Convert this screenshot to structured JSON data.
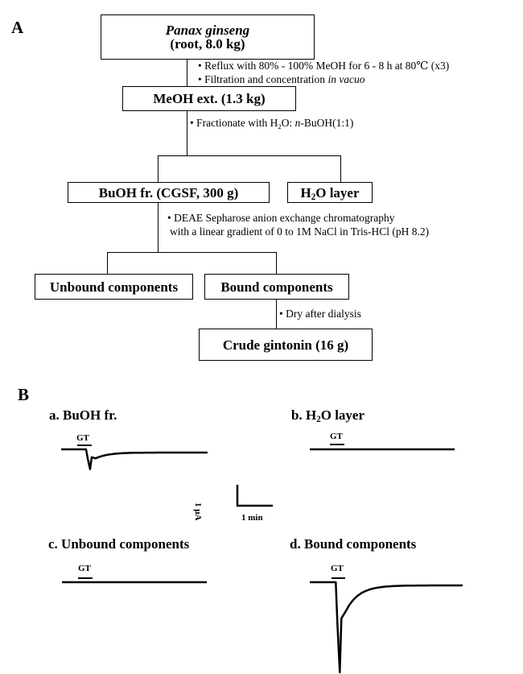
{
  "panel_a": {
    "label": "A",
    "nodes": {
      "source": {
        "line1": "Panax ginseng",
        "line2": "(root, 8.0 kg)"
      },
      "meoh": {
        "label": "MeOH ext. (1.3 kg)"
      },
      "buoh": {
        "label": "BuOH fr. (CGSF, 300 g)"
      },
      "h2o": {
        "pre": "H",
        "sub": "2",
        "post": "O layer"
      },
      "unbound": {
        "label": "Unbound components"
      },
      "bound": {
        "label": "Bound components"
      },
      "crude": {
        "label": "Crude gintonin (16 g)"
      }
    },
    "steps": {
      "extraction_1": "• Reflux with 80% - 100% MeOH for 6 - 8 h at 80℃ (x3)",
      "extraction_2_pre": "• Filtration and concentration ",
      "extraction_2_it": "in vacuo",
      "fractionate_pre": "• Fractionate with H",
      "fractionate_sub": "2",
      "fractionate_mid": "O: ",
      "fractionate_it": "n",
      "fractionate_post": "-BuOH(1:1)",
      "chromatography_1": "• DEAE Sepharose anion exchange chromatography",
      "chromatography_2": "with a linear gradient of 0 to 1M NaCl in Tris-HCl (pH 8.2)",
      "dry": "• Dry  after dialysis"
    }
  },
  "panel_b": {
    "label": "B",
    "stimulus_label": "GT",
    "scale_bar": {
      "current": "1 μA",
      "time": "1 min"
    },
    "traces": [
      {
        "id": "a",
        "title_pre": "a. BuOH fr.",
        "response": "small transient inward current",
        "relative_peak": 0.22
      },
      {
        "id": "b",
        "title_pre": "b. H",
        "title_sub": "2",
        "title_post": "O layer",
        "response": "none",
        "relative_peak": 0.0
      },
      {
        "id": "c",
        "title_pre": "c. Unbound components",
        "response": "none",
        "relative_peak": 0.0
      },
      {
        "id": "d",
        "title_pre": "d. Bound components",
        "response": "large transient inward current",
        "relative_peak": 1.0
      }
    ]
  }
}
